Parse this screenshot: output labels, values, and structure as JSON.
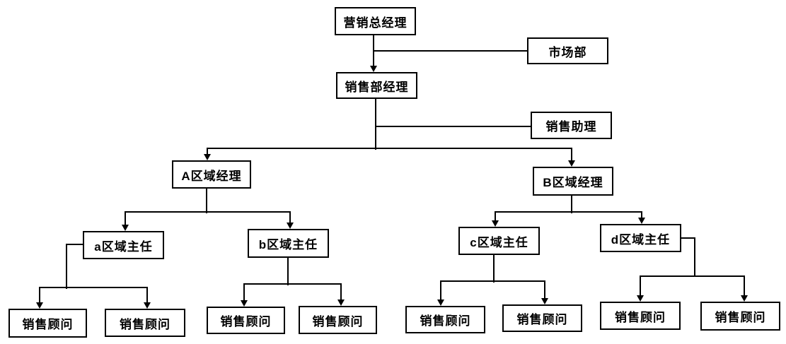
{
  "nodes": {
    "general_manager": {
      "label": "营销总经理"
    },
    "marketing_dept": {
      "label": "市场部"
    },
    "sales_dept_manager": {
      "label": "销售部经理"
    },
    "sales_assistant": {
      "label": "销售助理"
    },
    "region_manager_A": {
      "label": "A区域经理"
    },
    "region_manager_B": {
      "label": "B区域经理"
    },
    "district_director_a": {
      "label": "a区域主任"
    },
    "district_director_b": {
      "label": "b区域主任"
    },
    "district_director_c": {
      "label": "c区域主任"
    },
    "district_director_d": {
      "label": "d区域主任"
    },
    "sales_consultant": {
      "label": "销售顾问"
    }
  },
  "hierarchy": [
    {
      "parent": "营销总经理",
      "children": [
        "销售部经理"
      ],
      "side_link": "市场部"
    },
    {
      "parent": "销售部经理",
      "children": [
        "A区域经理",
        "B区域经理"
      ],
      "side_link": "销售助理"
    },
    {
      "parent": "A区域经理",
      "children": [
        "a区域主任",
        "b区域主任"
      ]
    },
    {
      "parent": "B区域经理",
      "children": [
        "c区域主任",
        "d区域主任"
      ]
    },
    {
      "parent": "a区域主任",
      "children": [
        "销售顾问",
        "销售顾问"
      ]
    },
    {
      "parent": "b区域主任",
      "children": [
        "销售顾问",
        "销售顾问"
      ]
    },
    {
      "parent": "c区域主任",
      "children": [
        "销售顾问",
        "销售顾问"
      ]
    },
    {
      "parent": "d区域主任",
      "children": [
        "销售顾问",
        "销售顾问"
      ]
    }
  ],
  "colors": {
    "background": "#ffffff",
    "line": "#000000",
    "box_border": "#000000",
    "text": "#000000"
  }
}
